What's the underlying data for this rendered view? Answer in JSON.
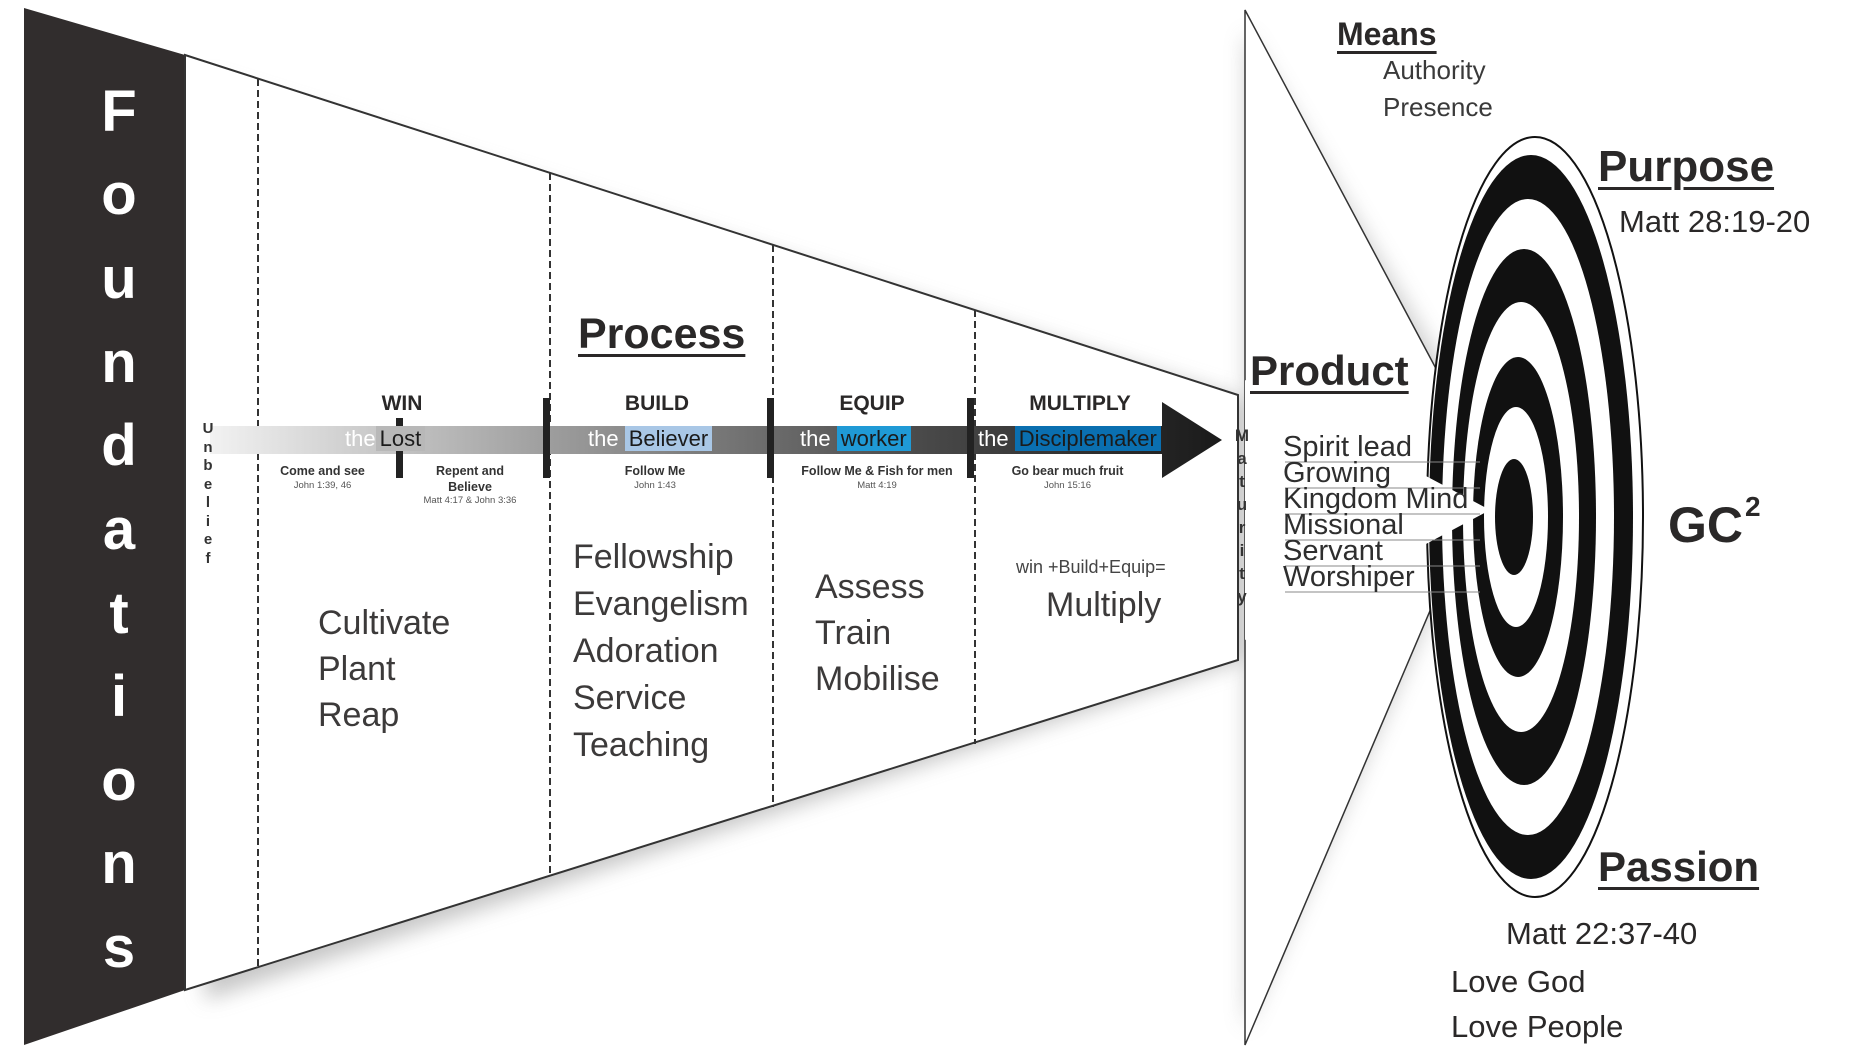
{
  "foundations_letters": [
    "F",
    "o",
    "u",
    "n",
    "d",
    "a",
    "t",
    "i",
    "o",
    "n",
    "s"
  ],
  "unbelief_letters": [
    "U",
    "n",
    "b",
    "e",
    "l",
    "i",
    "e",
    "f"
  ],
  "maturity_letters": [
    "M",
    "a",
    "t",
    "u",
    "r",
    "i",
    "t",
    "y"
  ],
  "process_title": "Process",
  "product_title": "Product",
  "stages": [
    {
      "title": "WIN",
      "the": "the",
      "noun": "Lost",
      "noun_color": "#b8b8b8"
    },
    {
      "title": "BUILD",
      "the": "the",
      "noun": "Believer",
      "noun_color": "#a9c7e6"
    },
    {
      "title": "EQUIP",
      "the": "the",
      "noun": "worker",
      "noun_color": "#1f9ad6"
    },
    {
      "title": "MULTIPLY",
      "the": "the",
      "noun": "Disciplemaker",
      "noun_color": "#0a6fb0"
    }
  ],
  "commands": [
    {
      "text": "Come and see",
      "ref": "John 1:39, 46"
    },
    {
      "text": "Repent and Believe",
      "ref": "Matt 4:17 & John 3:36"
    },
    {
      "text": "Follow Me",
      "ref": "John 1:43"
    },
    {
      "text": "Follow Me & Fish for men",
      "ref": "Matt 4:19"
    },
    {
      "text": "Go bear much fruit",
      "ref": "John 15:16"
    }
  ],
  "win_activities": [
    "Cultivate",
    "Plant",
    "Reap"
  ],
  "build_activities": [
    "Fellowship",
    "Evangelism",
    "Adoration",
    "Service",
    "Teaching"
  ],
  "equip_activities": [
    "Assess",
    "Train",
    "Mobilise"
  ],
  "multiply_formula": "win +Build+Equip=",
  "multiply_result": "Multiply",
  "product_items": [
    "Spirit lead",
    "Growing",
    "Kingdom Mind",
    "Missional",
    "Servant",
    "Worshiper"
  ],
  "means": {
    "title": "Means",
    "items": [
      "Authority",
      "Presence"
    ]
  },
  "purpose": {
    "title": "Purpose",
    "ref": "Matt 28:19-20"
  },
  "gc": {
    "text": "GC",
    "sup": "2"
  },
  "passion": {
    "title": "Passion",
    "ref": "Matt 22:37-40",
    "items": [
      "Love God",
      "Love People"
    ]
  },
  "colors": {
    "dark": "#312d2d",
    "arrow_light": "#e4e4e4",
    "arrow_dark": "#1a1a1a",
    "worker_blue": "#1f9ad6",
    "disciplemaker_blue": "#0a6fb0"
  }
}
